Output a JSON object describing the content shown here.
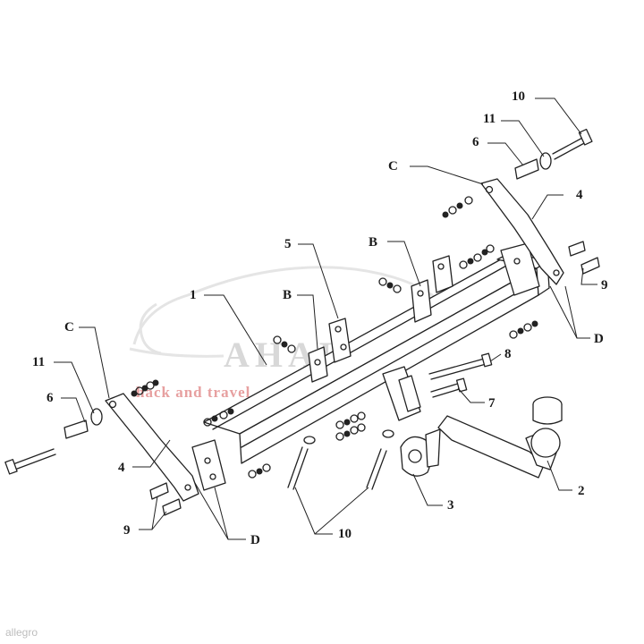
{
  "watermark": {
    "brand": "AHAKA",
    "tagline": "hack and travel"
  },
  "corner_mark": "allegro",
  "labels": {
    "p1": "1",
    "p2": "2",
    "p3": "3",
    "p4_left": "4",
    "p4_right": "4",
    "p5": "5",
    "p6_left": "6",
    "p6_right": "6",
    "p7": "7",
    "p8": "8",
    "p9_left": "9",
    "p9_right": "9",
    "p10_top": "10",
    "p10_bottom": "10",
    "p11_left": "11",
    "p11_right": "11",
    "b_left": "B",
    "b_right": "B",
    "c_left": "C",
    "c_right": "C",
    "d_left": "D",
    "d_right": "D"
  }
}
